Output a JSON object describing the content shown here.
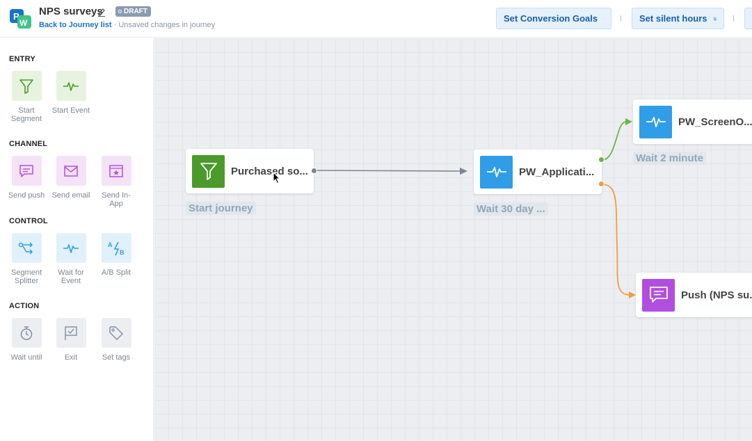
{
  "header": {
    "title": "NPS surveys",
    "draft_badge": "DRAFT",
    "back_link": "Back to Journey list",
    "separator": " · ",
    "unsaved_text": "Unsaved changes in journey",
    "buttons": {
      "conversion_goals": "Set Conversion Goals",
      "silent_hours": "Set silent hours"
    }
  },
  "sidebar": {
    "sections": {
      "entry": "ENTRY",
      "channel": "CHANNEL",
      "control": "CONTROL",
      "action": "ACTION"
    },
    "items": {
      "start_segment": "Start Segment",
      "start_event": "Start Event",
      "send_push": "Send push",
      "send_email": "Send email",
      "send_inapp": "Send In-App",
      "segment_splitter": "Segment Splitter",
      "wait_for_event": "Wait for Event",
      "ab_split": "A/B Split",
      "wait_until": "Wait until",
      "exit": "Exit",
      "set_tags": "Set tags"
    }
  },
  "canvas": {
    "nodes": {
      "segment": {
        "label": "Purchased so...",
        "caption": "Start journey"
      },
      "event_app": {
        "label": "PW_Applicati...",
        "caption": "Wait 30 day ..."
      },
      "event_screen": {
        "label": "PW_ScreenO...",
        "caption": "Wait 2 minute"
      },
      "push": {
        "label": "Push (NPS su..."
      }
    }
  },
  "colors": {
    "accent_blue": "#1a73c6",
    "segment_green": "#4a9b2a",
    "event_blue": "#2f9de8",
    "push_purple": "#b14ee0",
    "branch_yes": "#6fb24b",
    "branch_no": "#ef9c43"
  },
  "icons": {
    "logo": "pushwoosh-logo",
    "edit": "pencil-icon",
    "trophy": "trophy-icon",
    "bell_off": "bell-off-icon"
  }
}
